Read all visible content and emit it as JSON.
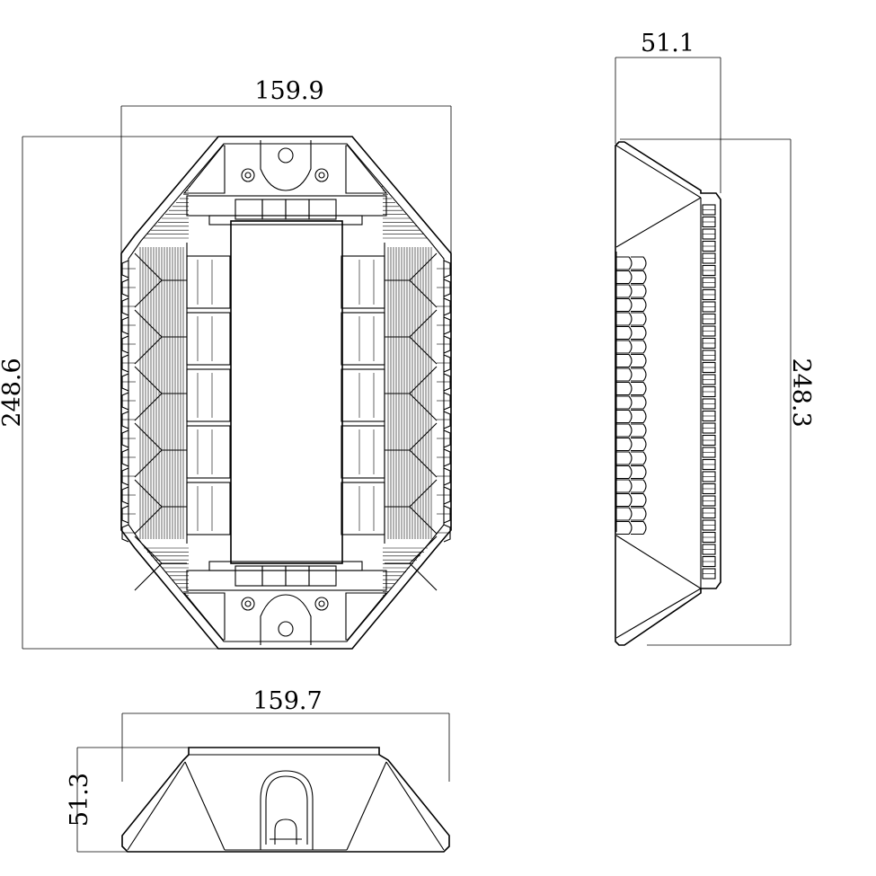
{
  "dimensions": {
    "front_width": "159.9",
    "front_height": "248.6",
    "side_depth": "51.1",
    "side_height": "248.3",
    "bottom_width": "159.7",
    "bottom_height": "51.3"
  },
  "colors": {
    "line": "#000000",
    "background": "#ffffff"
  }
}
